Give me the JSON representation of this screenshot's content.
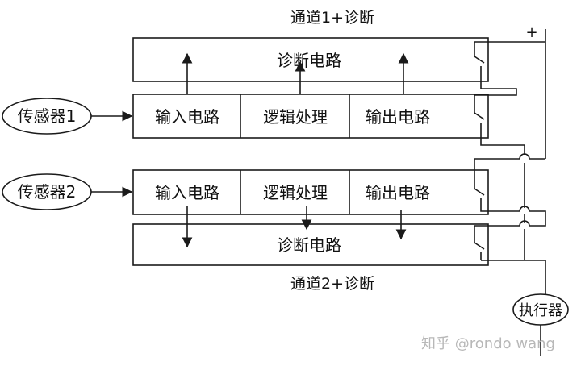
{
  "channel1": {
    "title": "通道1+诊断",
    "diagnostic": "诊断电路",
    "input": "输入电路",
    "logic": "逻辑处理",
    "output": "输出电路"
  },
  "channel2": {
    "title": "通道2+诊断",
    "diagnostic": "诊断电路",
    "input": "输入电路",
    "logic": "逻辑处理",
    "output": "输出电路"
  },
  "sensor1": "传感器1",
  "sensor2": "传感器2",
  "actuator": "执行器",
  "plus_sign": "+",
  "watermark": "知乎 @rondo wang",
  "colors": {
    "line": "#1a1a1a",
    "watermark": "#b8b8b8"
  }
}
